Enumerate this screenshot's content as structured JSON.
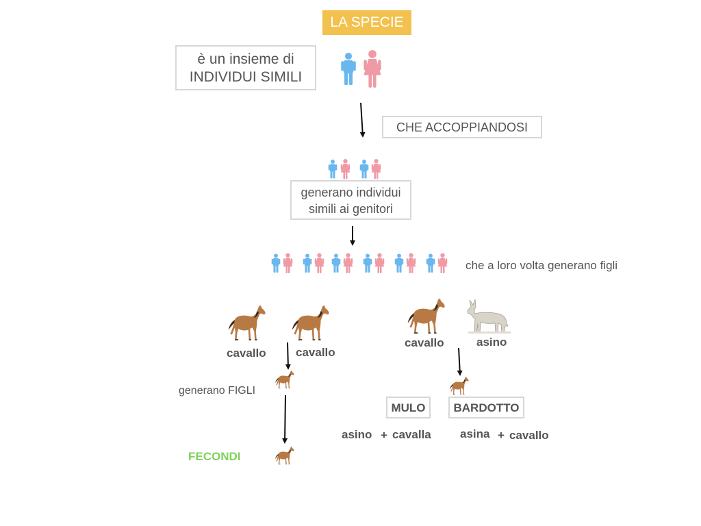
{
  "title": "LA SPECIE",
  "definition": {
    "line1": "è un insieme di",
    "line2": "INDIVIDUI SIMILI"
  },
  "mating": "CHE ACCOPPIANDOSI",
  "offspring": {
    "line1": "generano individui",
    "line2": "simili ai genitori"
  },
  "next_generation": "che a loro volta generano figli",
  "left_branch": {
    "parent1": "cavallo",
    "parent2": "cavallo",
    "children": "generano FIGLI",
    "fertile": "FECONDI"
  },
  "right_branch": {
    "parent1": "cavallo",
    "parent2": "asino",
    "hybrid1": {
      "name": "MULO",
      "parent_a": "asino",
      "plus": "+",
      "parent_b": "cavalla"
    },
    "hybrid2": {
      "name": "BARDOTTO",
      "parent_a": "asina",
      "plus": "+",
      "parent_b": "cavallo"
    }
  },
  "colors": {
    "male": "#6ab7ee",
    "female": "#ef9aa5",
    "title_bg": "#f2c14e",
    "horse": "#b87a45",
    "fertile": "#7dd35a"
  },
  "icons": [
    "male-person-icon",
    "female-person-icon",
    "horse-icon",
    "donkey-icon"
  ]
}
